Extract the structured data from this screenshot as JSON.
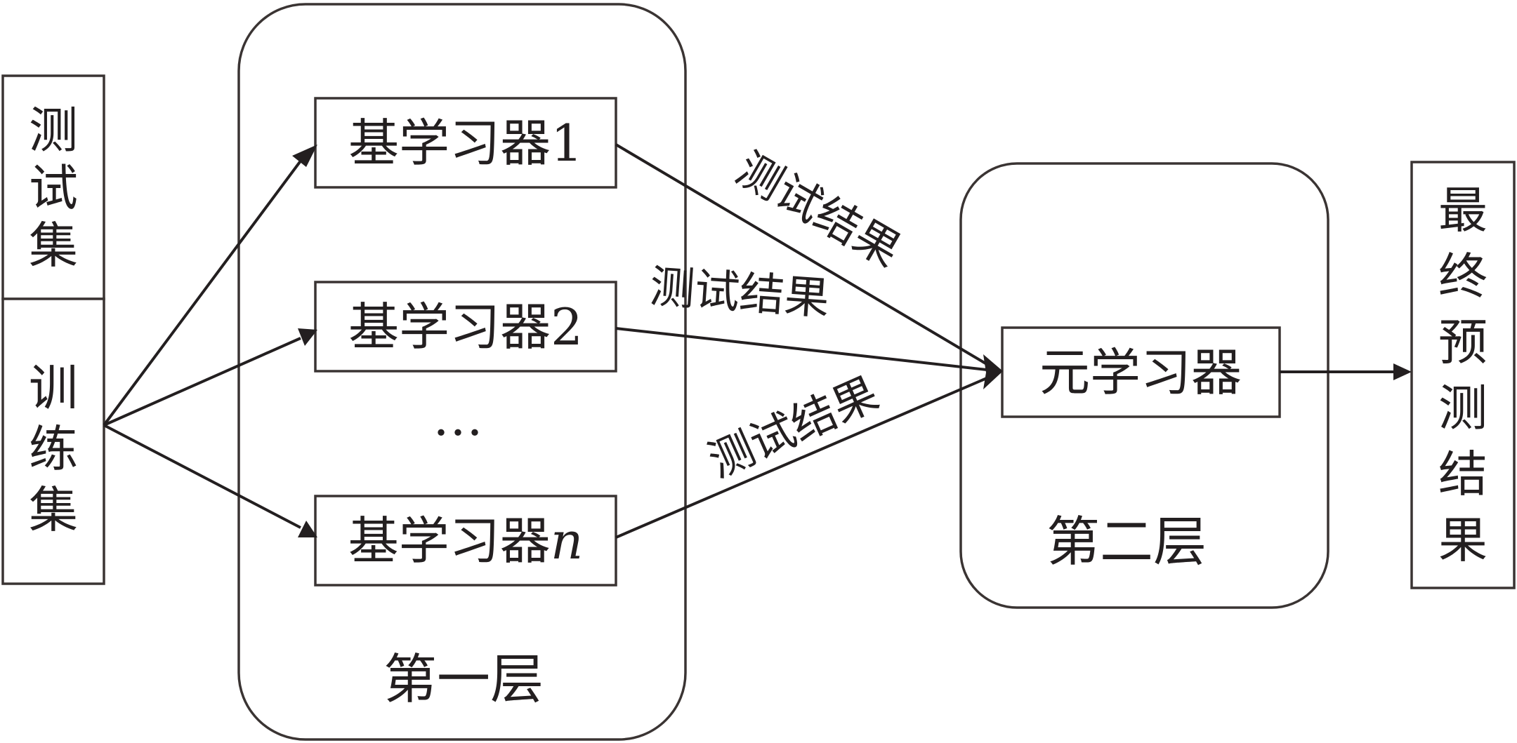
{
  "diagram": {
    "test_set": "测试集",
    "train_set": "训练集",
    "base_learner_prefix": "基学习器",
    "base_learners": [
      {
        "label": "基学习器",
        "suffix": "1",
        "suffix_italic": false
      },
      {
        "label": "基学习器",
        "suffix": "2",
        "suffix_italic": false
      },
      {
        "label": "基学习器",
        "suffix": "n",
        "suffix_italic": true
      }
    ],
    "ellipsis": "…",
    "layer1_label": "第一层",
    "meta_learner": "元学习器",
    "layer2_label": "第二层",
    "test_results": [
      "测试结果",
      "测试结果",
      "测试结果"
    ],
    "final_result": "最终预测结果"
  },
  "colors": {
    "stroke": "#3a3433",
    "text": "#231f20",
    "background": "#ffffff"
  }
}
